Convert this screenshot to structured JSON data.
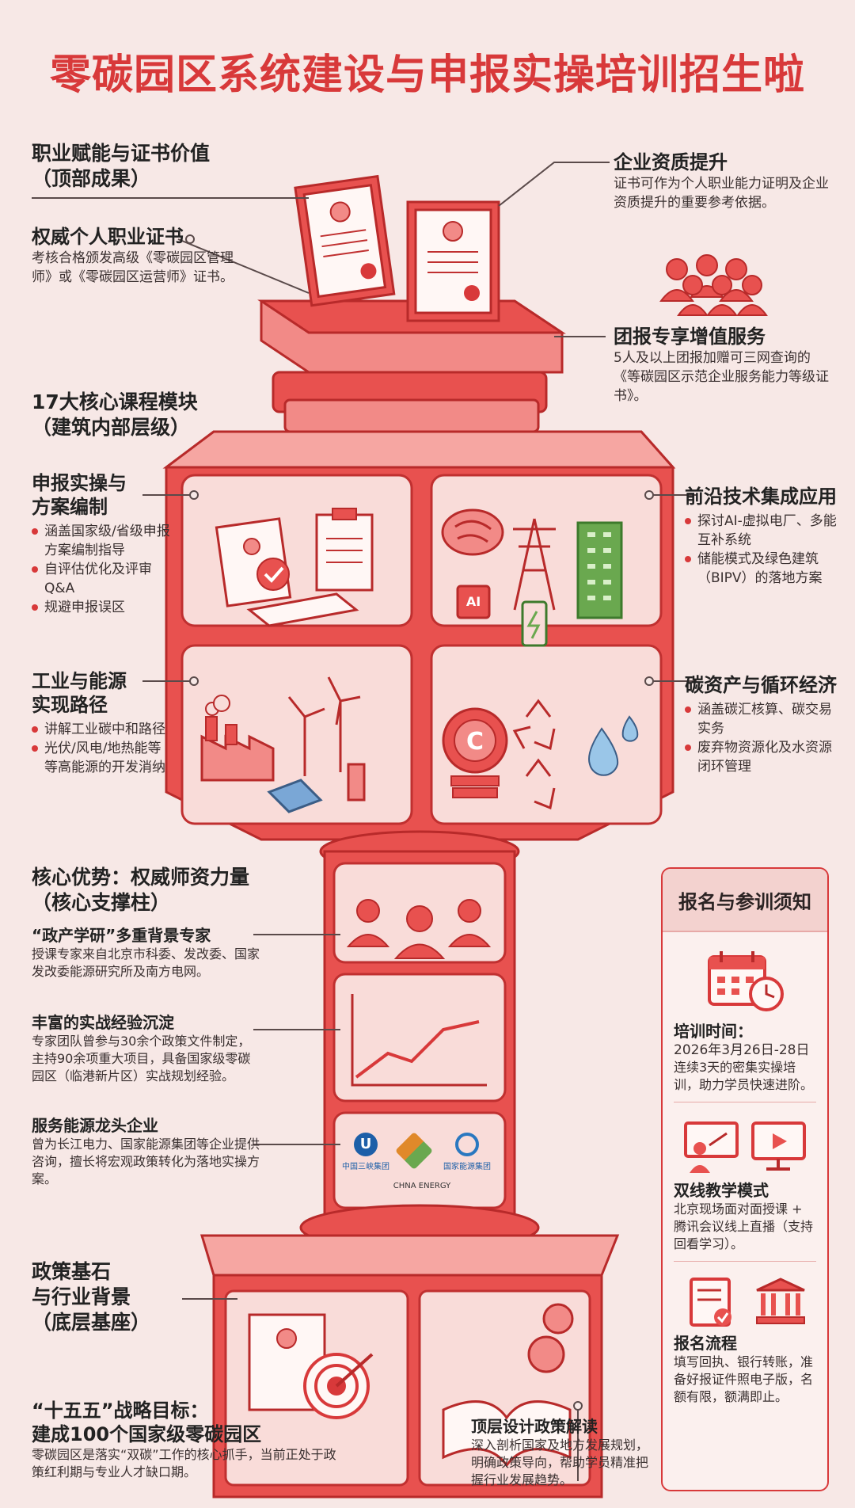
{
  "title": "零碳园区系统建设与申报实操培训招生啦",
  "top_left": {
    "heading": "职业赋能与证书价值\n（顶部成果）",
    "cert_title": "权威个人职业证书",
    "cert_desc": "考核合格颁发高级《零碳园区管理师》或《零碳园区运营师》证书。"
  },
  "top_right": {
    "qual_title": "企业资质提升",
    "qual_desc": "证书可作为个人职业能力证明及企业资质提升的重要参考依据。",
    "group_title": "团报专享增值服务",
    "group_desc": "5人及以上团报加赠可三网查询的《等碳园区示范企业服务能力等级证书》。"
  },
  "modules": {
    "heading": "17大核心课程模块\n（建筑内部层级）",
    "m1_title": "申报实操与\n方案编制",
    "m1_items": [
      "涵盖国家级/省级申报方案编制指导",
      "自评估优化及评审Q&A",
      "规避申报误区"
    ],
    "m2_title": "工业与能源\n实现路径",
    "m2_items": [
      "讲解工业碳中和路径",
      "光伏/风电/地热能等等高能源的开发消纳"
    ],
    "m3_title": "前沿技术集成应用",
    "m3_items": [
      "探讨AI-虚拟电厂、多能互补系统",
      "储能模式及绿色建筑（BIPV）的落地方案"
    ],
    "m4_title": "碳资产与循环经济",
    "m4_items": [
      "涵盖碳汇核算、碳交易实务",
      "废弃物资源化及水资源闭环管理"
    ],
    "ai_label": "AI"
  },
  "core": {
    "heading": "核心优势：权威师资力量\n（核心支撑柱）",
    "t1_title": "“政产学研”多重背景专家",
    "t1_desc": "授课专家来自北京市科委、发改委、国家发改委能源研究所及南方电网。",
    "t2_title": "丰富的实战经验沉淀",
    "t2_desc": "专家团队曾参与30余个政策文件制定，主持90余项重大项目，具备国家级零碳园区（临港新片区）实战规划经验。",
    "t3_title": "服务能源龙头企业",
    "t3_desc": "曾为长江电力、国家能源集团等企业提供咨询，擅长将宏观政策转化为落地实操方案。",
    "logo1": "中国三峡集团",
    "logo2": "国家能源集团",
    "logo3": "CHNA ENERGY"
  },
  "base": {
    "heading": "政策基石\n与行业背景\n（底层基座）",
    "goal_title": "“十五五”战略目标：\n建成100个国家级零碳园区",
    "goal_desc": "零碳园区是落实“双碳”工作的核心抓手，当前正处于政策红利期与专业人才缺口期。",
    "policy_title": "顶层设计政策解读",
    "policy_desc": "深入剖析国家及地方发展规划，明确政策导向，帮助学员精准把握行业发展趋势。"
  },
  "sidebox": {
    "head": "报名与参训须知",
    "time_title": "培训时间：",
    "time_date": "2026年3月26日-28日",
    "time_desc": "连续3天的密集实操培训，助力学员快速进阶。",
    "mode_title": "双线教学模式",
    "mode_desc": "北京现场面对面授课 + 腾讯会议线上直播（支持回看学习）。",
    "flow_title": "报名流程",
    "flow_desc": "填写回执、银行转账，准备好报证件照电子版，名额有限，额满即止。"
  },
  "colors": {
    "accent": "#d8393a",
    "bg": "#f7e8e6",
    "green": "#6aa84f"
  }
}
